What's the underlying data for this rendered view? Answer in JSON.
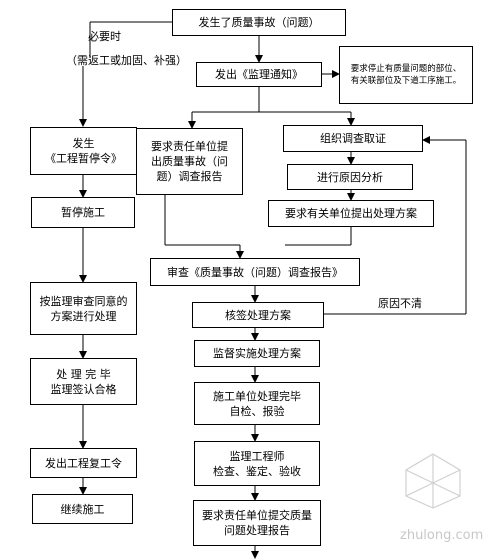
{
  "nodes": {
    "incident": "发生了质量事故（问题）",
    "notice": "发出《监理通知》",
    "notice_note": "要求停止有质量问题的部位、\n有关联部位及下道工序施工。",
    "stop_order": "发生\n《工程暂停令》",
    "report_request": "要求责任单位提\n出质量事故（问\n题）调查报告",
    "investigate": "组织调查取证",
    "analysis": "进行原因分析",
    "plan_request": "要求有关单位提出处理方案",
    "suspend": "暂停施工",
    "review_report": "审查《质量事故（问题）调查报告》",
    "approved_handling": "按监理审查同意的\n方案进行处理",
    "verify_plan": "核签处理方案",
    "supervise": "监督实施处理方案",
    "handling_done": "处 理 完 毕\n监理签认合格",
    "self_check": "施工单位处理完毕\n自检、报验",
    "engineer_check": "监理工程师\n检查、鉴定、验收",
    "resume_order": "发出工程复工令",
    "report_submit": "要求责任单位提交质量\n问题处理报告",
    "continue": "继续施工"
  },
  "labels": {
    "when_necessary": "必要时",
    "rework": "（需返工或加固、补强）",
    "cause_unclear": "原因不清"
  },
  "watermark": "zhulong.com"
}
